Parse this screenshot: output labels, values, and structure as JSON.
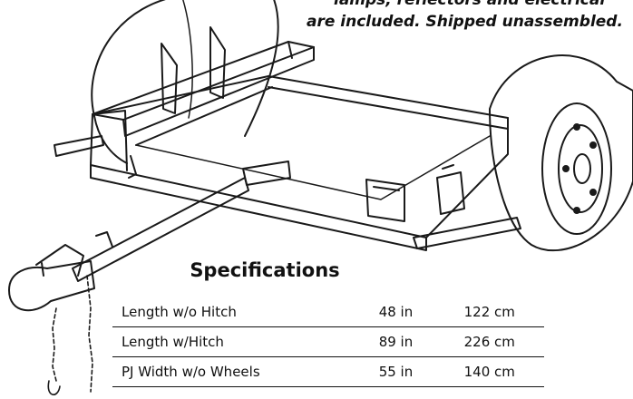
{
  "caption": {
    "line1": "lamps, reflectors and electrical",
    "line2": "are included.  Shipped unassembled."
  },
  "specifications": {
    "title": "Specifications",
    "rows": [
      {
        "name": "Length w/o Hitch",
        "imperial": "48 in",
        "metric": "122 cm"
      },
      {
        "name": "Length w/Hitch",
        "imperial": "89 in",
        "metric": "226 cm"
      },
      {
        "name": "PJ Width w/o Wheels",
        "imperial": "55 in",
        "metric": "140 cm"
      }
    ]
  }
}
